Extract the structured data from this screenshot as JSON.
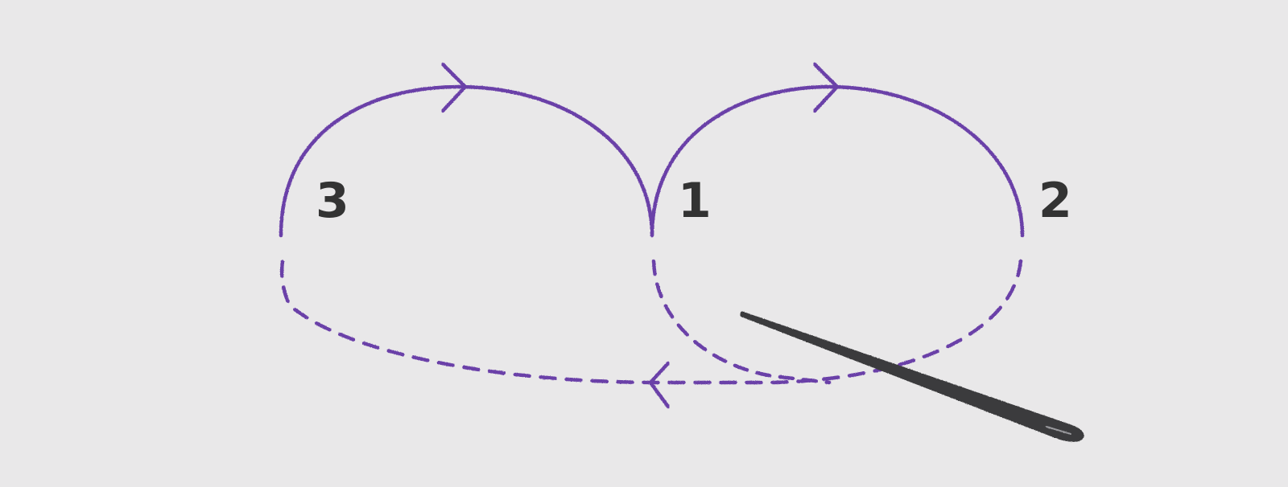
{
  "diagram": {
    "step_labels": {
      "one": "1",
      "two": "2",
      "three": "3"
    },
    "colors": {
      "background": "#e9e8e9",
      "fabric_line": "#3f3f42",
      "thread": "#6a3fa8",
      "needle": "#3b3b3d",
      "label": "#333333"
    }
  }
}
